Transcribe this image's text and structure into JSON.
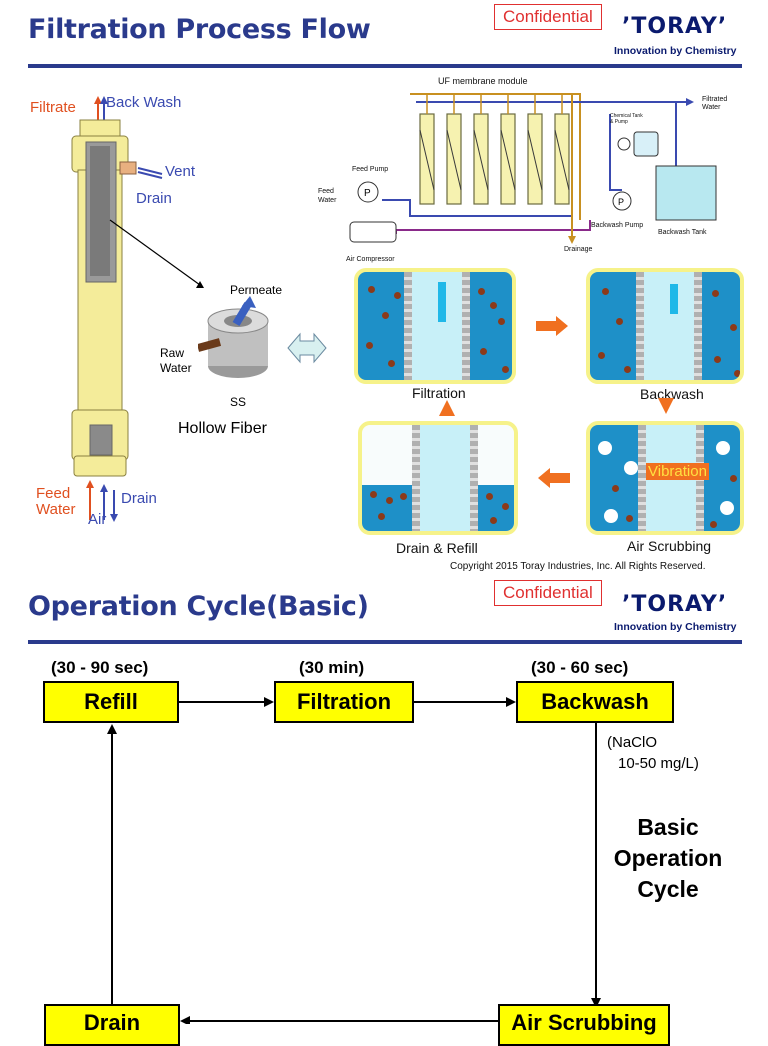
{
  "top": {
    "title": "Filtration Process Flow",
    "confidential": "Confidential",
    "logo": "’TORAY’",
    "tagline": "Innovation by Chemistry"
  },
  "module": {
    "filtrate": "Filtrate",
    "back_wash": "Back Wash",
    "vent": "Vent",
    "drain": "Drain",
    "feed_water_1": "Feed",
    "feed_water_2": "Water",
    "air": "Air",
    "drain_bottom": "Drain"
  },
  "fiber": {
    "permeate": "Permeate",
    "raw_water_1": "Raw",
    "raw_water_2": "Water",
    "ss": "SS",
    "hollow_fiber": "Hollow Fiber"
  },
  "schematic": {
    "uf_module": "UF membrane module",
    "filtrated_water_1": "Filtrated",
    "filtrated_water_2": "Water",
    "chemical_tank_1": "Chemical Tank",
    "chemical_tank_2": "& Pump",
    "feed_pump": "Feed Pump",
    "feed_water_1": "Feed",
    "feed_water_2": "Water",
    "air_compressor": "Air Compressor",
    "drainage": "Drainage",
    "backwash_pump": "Backwash Pump",
    "backwash_tank": "Backwash Tank",
    "pump_symbol": "P"
  },
  "steps": {
    "filtration": "Filtration",
    "backwash": "Backwash",
    "air_scrubbing": "Air Scrubbing",
    "drain_refill": "Drain & Refill",
    "vibration": "Vibration"
  },
  "copyright": "Copyright 2015 Toray Industries, Inc. All Rights Reserved.",
  "bottom": {
    "title": "Operation Cycle(Basic)",
    "confidential": "Confidential",
    "logo": "’TORAY’",
    "tagline": "Innovation by Chemistry"
  },
  "cycle": {
    "refill_time": "(30 - 90 sec)",
    "refill": "Refill",
    "filtration_time": "(30 min)",
    "filtration": "Filtration",
    "backwash_time": "(30 - 60 sec)",
    "backwash": "Backwash",
    "naclo_1": "(NaClO",
    "naclo_2": "10-50 mg/L)",
    "basic_1": "Basic",
    "basic_2": "Operation",
    "basic_3": "Cycle",
    "drain": "Drain",
    "air_scrubbing": "Air Scrubbing"
  },
  "colors": {
    "title_blue": "#2a3a8c",
    "highlight_yellow": "#ffff00",
    "confidential_red": "#e03030",
    "water_blue": "#1e90c8",
    "arrow_orange": "#f07020"
  }
}
